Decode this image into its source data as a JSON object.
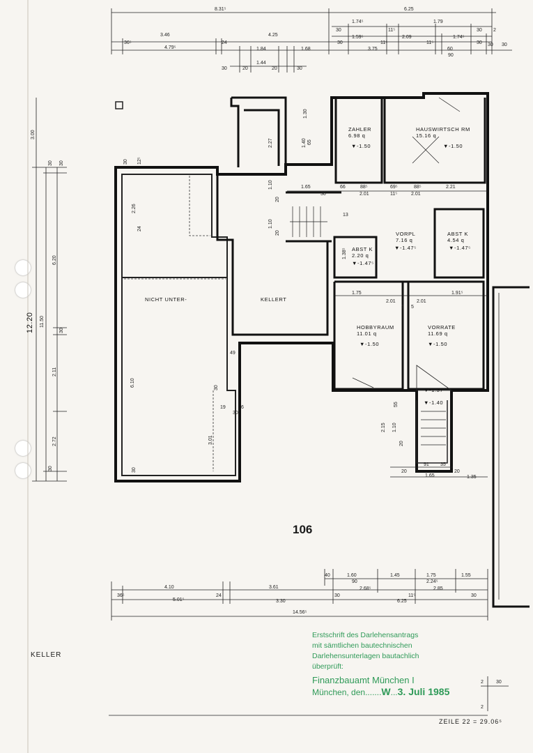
{
  "page": {
    "floor_label": "KELLER",
    "page_number": "106",
    "line_reference": "ZEILE 22 = 29.06⁵"
  },
  "rooms": [
    {
      "name": "ZAHLER",
      "area": "6.98 q",
      "level": "▼-1.50"
    },
    {
      "name": "HAUSWIRTSCH RM",
      "area": "15.16 q",
      "level": "▼-1.50"
    },
    {
      "name": "VORPL",
      "area": "7.16 q",
      "level": "▼-1.47⁵"
    },
    {
      "name": "ABST K",
      "area": "4.54 q",
      "level": "▼-1.47⁵"
    },
    {
      "name": "ABST K",
      "area": "2.20 q",
      "level": "▼-1.47⁵"
    },
    {
      "name": "HOBBYRAUM",
      "area": "11.01 q",
      "level": "▼-1.50"
    },
    {
      "name": "VORRATE",
      "area": "11.69 q",
      "level": "▼-1.50"
    },
    {
      "name": "NICHT UNTER-",
      "area": "",
      "level": ""
    },
    {
      "name": "KELLERT",
      "area": "",
      "level": ""
    }
  ],
  "stair_levels": [
    "▼-1.37",
    "▼-1.40"
  ],
  "dimensions": {
    "top": [
      "8.31⁵",
      "6.25",
      "1.74⁵",
      "1.79",
      "30",
      "2",
      "30",
      "1.59⁵",
      "11⁵",
      "2.09",
      "1.74⁵",
      "30",
      "36⁵",
      "3.46",
      "4.25",
      "30",
      "11⁵",
      "11⁵",
      "30",
      "30",
      "4.79⁵",
      "24",
      "1.84",
      "1.68",
      "3.75",
      "60",
      "90",
      "1.44",
      "30",
      "20",
      "20",
      "30"
    ],
    "left": [
      "3.00",
      "12.20",
      "11.50",
      "6.20",
      "2.11",
      "2.72",
      "30",
      "30",
      "30",
      "30"
    ],
    "inner": [
      "1.65",
      "30",
      "66",
      "88⁵",
      "69⁵",
      "88⁵",
      "2.21",
      "2.01",
      "11⁵",
      "2.01",
      "1.75",
      "2.01",
      "5",
      "5",
      "2.01",
      "1.91⁵",
      "1.30",
      "1.40",
      "65",
      "2.27",
      "1.10",
      "20",
      "1.10",
      "20",
      "2.26",
      "24",
      "13",
      "1.38⁵",
      "6.10",
      "3.01",
      "30",
      "49",
      "30",
      "19",
      "30",
      "6",
      "2.15",
      "1.10",
      "55",
      "20",
      "91",
      "35",
      "20",
      "1.65",
      "20",
      "1.35",
      "30",
      "12⁵"
    ],
    "bottom": [
      "40",
      "1.60",
      "90",
      "1.45",
      "1.75",
      "2.24⁵",
      "1.55",
      "4.10",
      "3.61",
      "2.68⁵",
      "2.85",
      "36⁵",
      "5.01⁵",
      "24",
      "3.30",
      "30",
      "6.25",
      "11⁵",
      "30",
      "14.56⁵"
    ],
    "right_margin": [
      "2",
      "30",
      "2"
    ]
  },
  "stamp": {
    "line1": "Erstschrift des Darlehensantrags",
    "line2": "mit sämtlichen bautechnischen",
    "line3": "Darlehensunterlagen bautachlich",
    "line4": "überprüft:",
    "office": "Finanzbauamt München I",
    "place_prefix": "München, den",
    "initial": "W",
    "date": "3. Juli 1985"
  },
  "colors": {
    "paper": "#f7f5f1",
    "ink": "#111111",
    "stamp": "#2f9a58"
  }
}
